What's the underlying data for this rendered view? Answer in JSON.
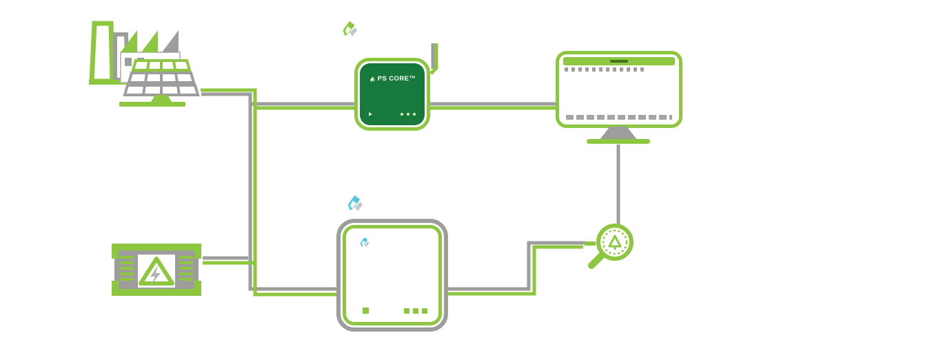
{
  "palette": {
    "green": "#8dc63f",
    "dark_green": "#17793b",
    "gray": "#9d9d9c",
    "light_gray": "#c6c6c6",
    "blue": "#56c5e2",
    "white": "#ffffff"
  },
  "ps_core": {
    "label": "PS CORE™"
  },
  "nodes": {
    "factory": {
      "type": "icon",
      "desc": "factory with chimneys and solar panel array"
    },
    "ps_core_device": {
      "type": "device",
      "desc": "dark green rounded device labeled PS CORE"
    },
    "monitor": {
      "type": "icon",
      "desc": "desktop monitor with green title bar and micro UI rows"
    },
    "generator": {
      "type": "icon",
      "desc": "genset with electrical warning triangle"
    },
    "inverter": {
      "type": "device",
      "desc": "white rounded device with blue logo and green indicator squares"
    },
    "magnifier": {
      "type": "icon",
      "desc": "green magnifying glass with dashed seal ring"
    },
    "logo_green": {
      "type": "logo",
      "desc": "green swoosh logo mark"
    },
    "logo_blue": {
      "type": "logo",
      "desc": "blue swoosh logo mark"
    }
  },
  "edges": [
    "factory -> trunk",
    "trunk -> ps_core_device",
    "ps_core_device -> monitor",
    "ps_core_device -> antenna-stub",
    "monitor -> magnifier (vertical gray)",
    "generator -> trunk",
    "trunk -> inverter",
    "inverter -> magnifier"
  ]
}
